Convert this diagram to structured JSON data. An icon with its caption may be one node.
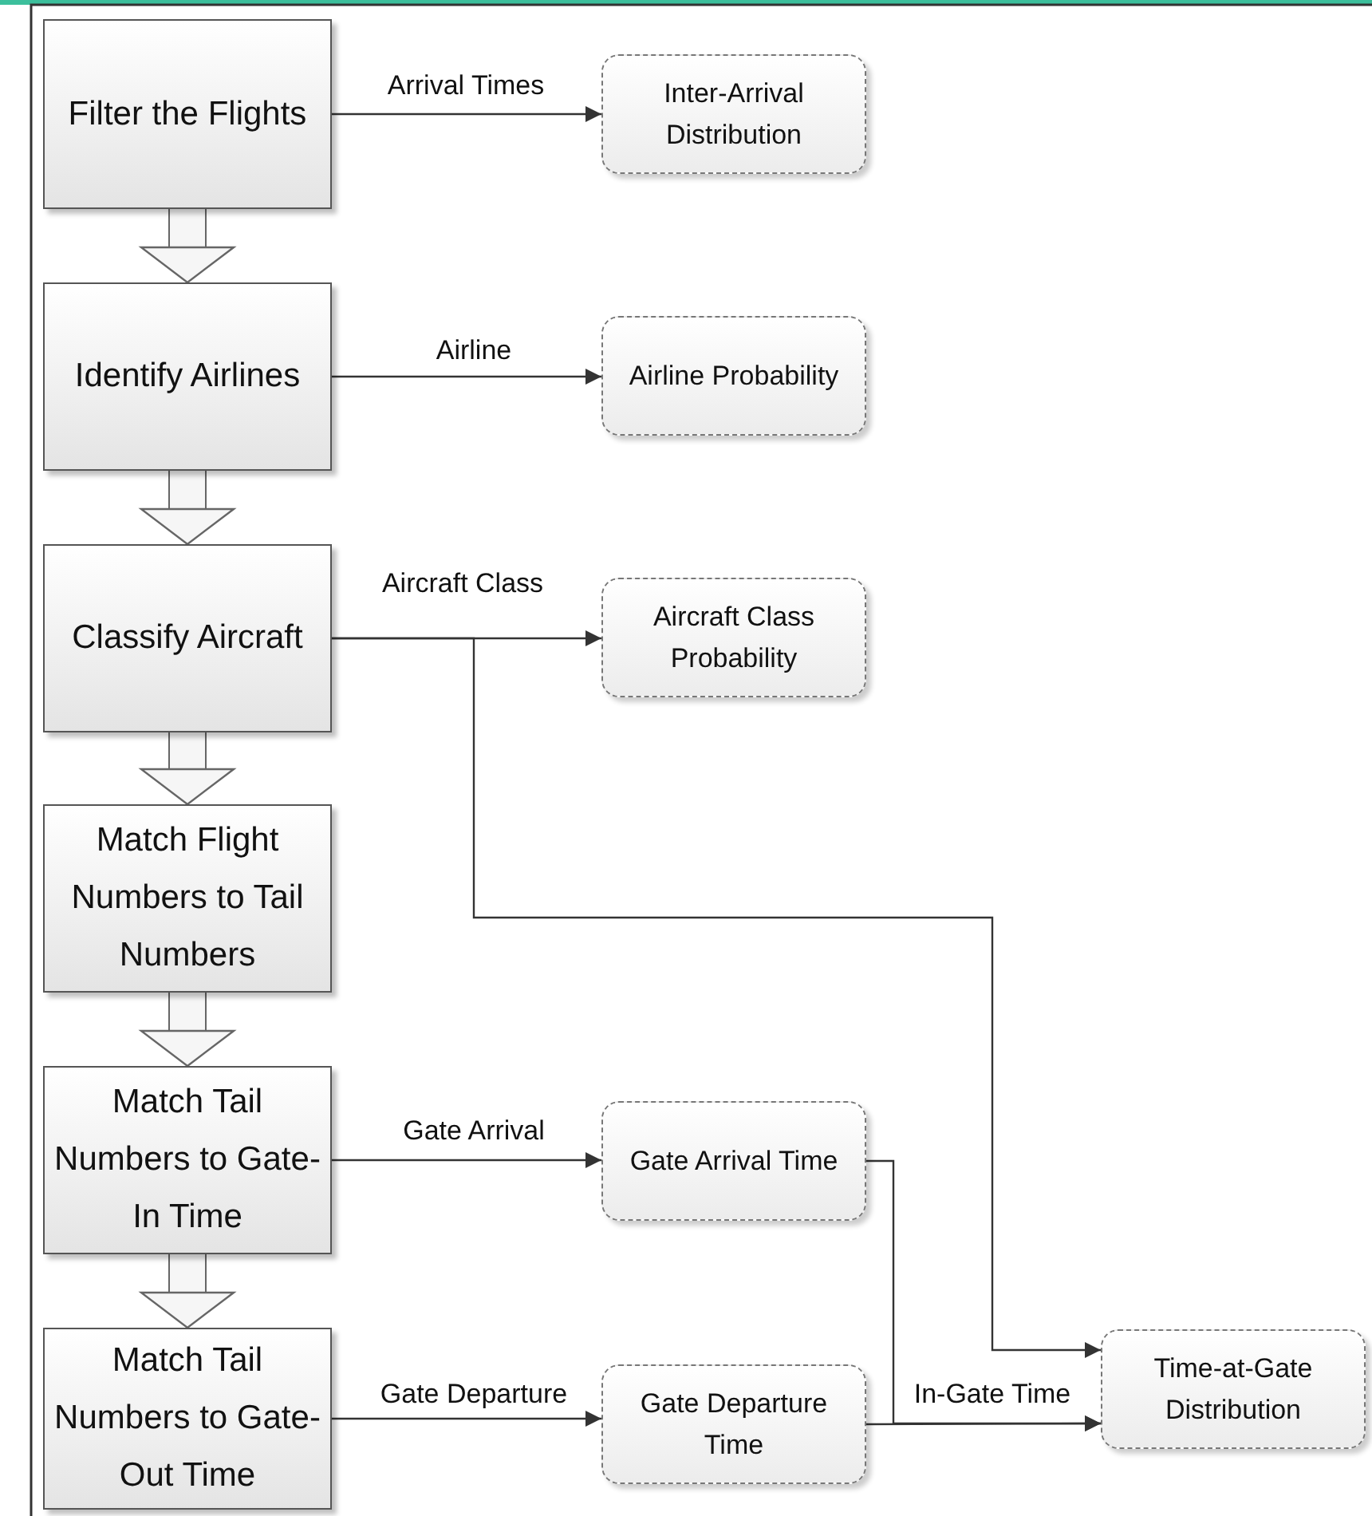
{
  "diagram": {
    "nodes": [
      {
        "text": [
          "Filter the Flights"
        ]
      },
      {
        "text": [
          "Inter-Arrival Distribution"
        ]
      },
      {
        "text": [
          "Identify Airlines"
        ]
      },
      {
        "text": [
          "Airline Probability"
        ]
      },
      {
        "text": [
          "Classify Aircraft"
        ]
      },
      {
        "text": [
          "Aircraft Class Probability"
        ]
      },
      {
        "text": [
          "Match Flight Numbers to Tail Numbers"
        ]
      },
      {
        "text": [
          "Match Tail Numbers to Gate-In Time"
        ]
      },
      {
        "text": [
          "Gate Arrival Time"
        ]
      },
      {
        "text": [
          "Match Tail Numbers to Gate-Out Time"
        ]
      },
      {
        "text": [
          "Gate Departure Time"
        ]
      },
      {
        "text": [
          "Time-at-Gate Distribution"
        ]
      }
    ],
    "edges": [
      {
        "from": 0,
        "to": 1,
        "arrow": "to",
        "label": "Arrival Times"
      },
      {
        "from": 0,
        "to": 2,
        "arrow": "to",
        "style": "thick"
      },
      {
        "from": 2,
        "to": 3,
        "arrow": "to",
        "label": "Airline"
      },
      {
        "from": 2,
        "to": 4,
        "arrow": "to",
        "style": "thick"
      },
      {
        "from": 4,
        "to": 5,
        "arrow": "to",
        "label": "Aircraft Class"
      },
      {
        "from": 4,
        "to": 11,
        "arrow": "to"
      },
      {
        "from": 4,
        "to": 6,
        "arrow": "to",
        "style": "thick"
      },
      {
        "from": 6,
        "to": 7,
        "arrow": "to",
        "style": "thick"
      },
      {
        "from": 7,
        "to": 8,
        "arrow": "to",
        "label": "Gate Arrival"
      },
      {
        "from": 8,
        "to": 11,
        "arrow": "to"
      },
      {
        "from": 7,
        "to": 9,
        "arrow": "to",
        "style": "thick"
      },
      {
        "from": 9,
        "to": 10,
        "arrow": "to",
        "label": "Gate Departure"
      },
      {
        "from": 10,
        "to": 11,
        "arrow": "to",
        "label": "In-Gate Time"
      }
    ]
  }
}
